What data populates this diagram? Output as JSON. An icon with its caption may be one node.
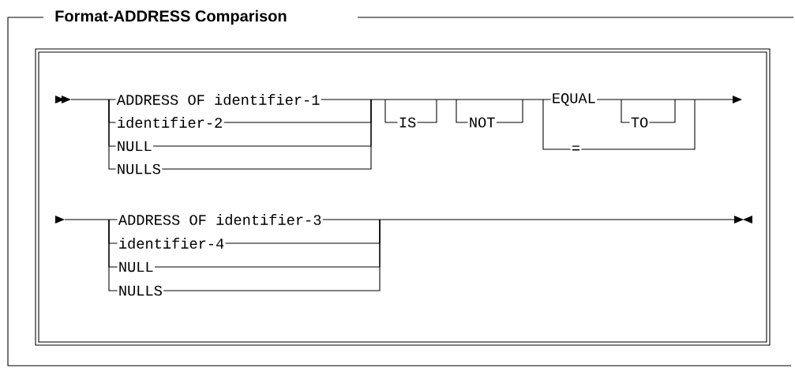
{
  "diagram": {
    "title": "Format-ADDRESS Comparison",
    "labels": [
      "ADDRESS OF identifier-1",
      "identifier-2",
      "NULL",
      "NULLS",
      "IS",
      "NOT",
      "EQUAL",
      "TO",
      "=",
      "ADDRESS OF identifier-3",
      "identifier-4",
      "NULL",
      "NULLS"
    ]
  }
}
